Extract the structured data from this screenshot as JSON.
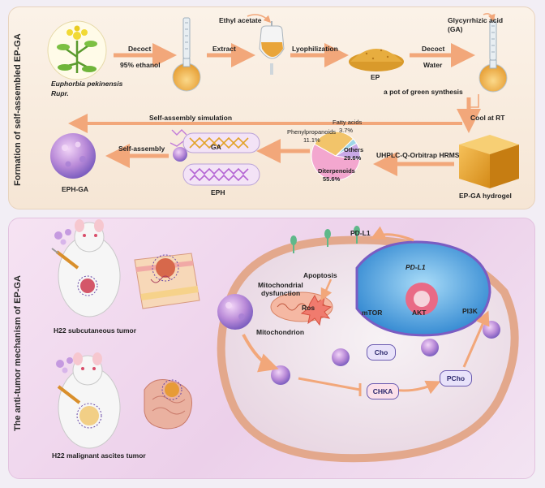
{
  "top": {
    "side_title": "Formation of self-assembled EP-GA",
    "plant_name_italic": "Euphorbia pekinensis",
    "plant_name_suffix": " Rupr.",
    "step_decoct": "Decoct",
    "step_ethanol": "95% ethanol",
    "step_ethyl_acetate": "Ethyl acetate",
    "step_extract": "Extract",
    "step_lyophilization": "Lyophilization",
    "label_ep": "EP",
    "step_decoct2": "Decoct",
    "step_water": "Water",
    "label_ga_source": "Glycyrrhizic acid",
    "label_ga_abbrev": "(GA)",
    "label_green_synthesis": "a pot of green synthesis",
    "label_cool": "Cool at RT",
    "label_self_assembly_sim": "Self-assembly simulation",
    "label_hrms": "UHPLC-Q-Orbitrap HRMS",
    "label_hydrogel": "EP-GA hydrogel",
    "label_self_assembly": "Self-assembly",
    "label_eph_ga": "EPH-GA",
    "label_ga": "GA",
    "label_eph": "EPH",
    "pie": {
      "slices": [
        {
          "name": "Diterpenoids",
          "value": 55.6,
          "color": "#f3a7cf"
        },
        {
          "name": "Others",
          "value": 29.6,
          "color": "#f2c46a"
        },
        {
          "name": "Fatty acids",
          "value": 3.7,
          "color": "#9fd6e8"
        },
        {
          "name": "Phenylpropanoids",
          "value": 11.1,
          "color": "#c9a8e6"
        }
      ],
      "label_diterpenoids": "Diterpenoids",
      "value_diterpenoids": "55.6%",
      "label_others": "Others",
      "value_others": "29.6%",
      "label_fatty": "Fatty acids",
      "value_fatty": "3.7%",
      "label_phenyl": "Phenylpropanoids",
      "value_phenyl": "11.1%"
    }
  },
  "bottom": {
    "side_title": "The anti-tumor mechanism of EP-GA",
    "label_subcutaneous": "H22 subcutaneous tumor",
    "label_ascites": "H22 malignant ascites tumor",
    "label_pdl1_top": "PD-L1",
    "label_pdl1_nucleus": "PD-L1",
    "label_apoptosis": "Apoptosis",
    "label_mito_dysfunction_1": "Mitochondrial",
    "label_mito_dysfunction_2": "dysfunction",
    "label_ros": "Ros",
    "label_mitochondrion": "Mitochondrion",
    "label_mtor": "mTOR",
    "label_akt": "AKT",
    "label_pi3k": "PI3K",
    "label_cho": "Cho",
    "label_chka": "CHKA",
    "label_pcho": "PCho"
  },
  "colors": {
    "arrow": "#f2a77a",
    "nucleus": "#4aa8e8",
    "pill": "#f3e3f6",
    "pill_border": "#6a5ab0",
    "np_pink": "#c58fd8"
  }
}
